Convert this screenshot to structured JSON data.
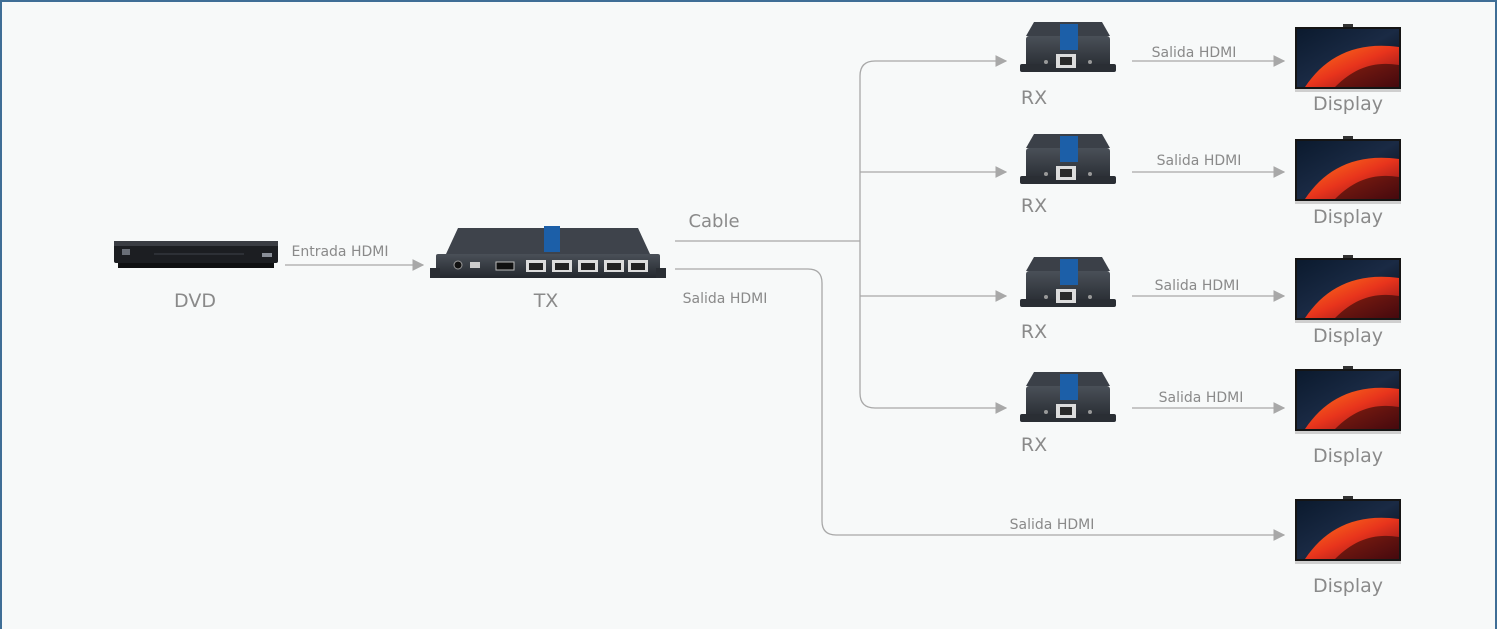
{
  "devices": {
    "dvd_label": "DVD",
    "tx_label": "TX",
    "rx_labels": [
      "RX",
      "RX",
      "RX",
      "RX"
    ],
    "display_labels": [
      "Display",
      "Display",
      "Display",
      "Display",
      "Display"
    ]
  },
  "connections": {
    "input_label": "Entrada HDMI",
    "cable_label": "Cable",
    "tx_output_label": "Salida HDMI",
    "rx_output_labels": [
      "Salida HDMI",
      "Salida HDMI",
      "Salida HDMI",
      "Salida HDMI"
    ],
    "direct_output_label": "Salida HDMI"
  },
  "colors": {
    "frame_border": "#3f6e96",
    "background": "#f7f9f9",
    "wire": "#a8a8a8",
    "label_text": "#8a8a8a",
    "device_body": "#2d3138"
  }
}
